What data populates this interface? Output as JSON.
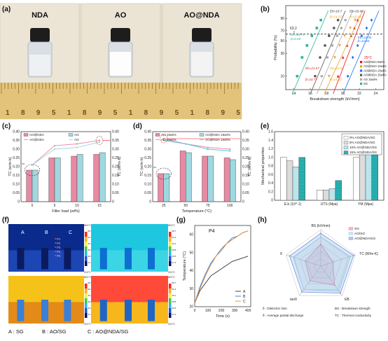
{
  "panel_labels": {
    "a": "(a)",
    "b": "(b)",
    "c": "(c)",
    "d": "(d)",
    "e": "(e)",
    "f": "(f)",
    "g": "(g)",
    "h": "(h)"
  },
  "photo_a": {
    "labels": [
      "NDA",
      "AO",
      "AO@NDA"
    ],
    "ruler_text": "1 8 9 5 1 8 9 5 1 8 9 5 1 8 9 5"
  },
  "panel_f": {
    "regions": [
      "A",
      "B",
      "C"
    ],
    "probe_labels": [
      "P1",
      "P2",
      "P3",
      "P4",
      "P5"
    ],
    "scale_top": "65.0°C",
    "scale_bottom": "22.0°C",
    "scale_ticks": [
      "58.7",
      "52.4",
      "46.1",
      "39.8",
      "33.5",
      "27.2"
    ],
    "caption": {
      "a": "A : SG",
      "b": "B : AO/SG",
      "c": "C : AO@NDA/SG"
    }
  },
  "colors": {
    "sg": "#e88aa3",
    "ao": "#9fd8e0",
    "nda": "#2bb3b5",
    "red": "#e8151c"
  },
  "chart_data": [
    {
      "panel": "b",
      "type": "scatter",
      "xlabel": "Breakdown strength (kV/mm)",
      "ylabel": "Probability (%)",
      "xticks": [
        "14",
        "16",
        "18",
        "20",
        "22",
        "24"
      ],
      "yticks": [
        "10",
        "30",
        "50",
        "70",
        "90"
      ],
      "xlim": [
        13,
        25
      ],
      "ylim": [
        5,
        99
      ],
      "threshold": {
        "value": 63.2,
        "label": "63.2"
      },
      "legend_title": "25°C",
      "series": [
        {
          "name": "AO@NDA 5wt%",
          "color": "#e8151c",
          "marker": "triangle-up",
          "x": [
            19.4,
            20.0,
            20.5,
            21.0,
            21.4,
            21.8
          ],
          "y": [
            10,
            25,
            42,
            60,
            75,
            88
          ]
        },
        {
          "name": "AO@NDA 10wt%",
          "color": "#f0a020",
          "marker": "triangle-down",
          "x": [
            18.3,
            19.0,
            19.6,
            20.2,
            20.9,
            21.5
          ],
          "y": [
            10,
            25,
            42,
            60,
            75,
            88
          ]
        },
        {
          "name": "AO@NDA 15wt%",
          "color": "#1a73e8",
          "marker": "diamond",
          "x": [
            20.6,
            21.2,
            21.8,
            22.3,
            22.9,
            23.5
          ],
          "y": [
            10,
            25,
            42,
            60,
            75,
            88
          ]
        },
        {
          "name": "AO@NDA 15wt%",
          "color": "#555555",
          "marker": "circle",
          "x": [
            16.6,
            17.2,
            17.8,
            18.3,
            18.9,
            19.4
          ],
          "y": [
            10,
            25,
            42,
            60,
            75,
            88
          ]
        },
        {
          "name": "AO 15wt%",
          "color": "#aaaaaa",
          "marker": "circle",
          "x": [
            17.4,
            18.1,
            18.7,
            19.3,
            19.8,
            20.3
          ],
          "y": [
            10,
            25,
            42,
            60,
            75,
            88
          ]
        },
        {
          "name": "SG",
          "color": "#2bb39a",
          "marker": "square",
          "x": [
            14.4,
            15.0,
            15.6,
            16.2,
            16.8,
            17.3
          ],
          "y": [
            10,
            25,
            42,
            60,
            75,
            88
          ]
        }
      ],
      "annotations": [
        {
          "text": "Eb=18.7",
          "color": "#333333",
          "x": 18.4,
          "y": 96
        },
        {
          "text": "Eb=20.49",
          "color": "#333333",
          "x": 20.8,
          "y": 96
        },
        {
          "text": "β=14.23",
          "color": "#f0a020",
          "x": 18.4,
          "y": 91
        },
        {
          "text": "β=15.04",
          "color": "#f0a020",
          "x": 20.8,
          "y": 91
        },
        {
          "text": "Eb=22.05",
          "color": "#1a73e8",
          "x": 21.8,
          "y": 55
        },
        {
          "text": "β=12.64",
          "color": "#1a73e8",
          "x": 21.8,
          "y": 48
        },
        {
          "text": "Eb=16.74",
          "color": "#2bb39a",
          "x": 13.6,
          "y": 60
        },
        {
          "text": "β=6.65",
          "color": "#2bb39a",
          "x": 13.6,
          "y": 52
        },
        {
          "text": "Eb=21.07",
          "color": "#e8151c",
          "x": 15.4,
          "y": 14
        },
        {
          "text": "β=10.77",
          "color": "#e8151c",
          "x": 15.4,
          "y": 8
        },
        {
          "text": "Eb=21.53",
          "color": "#f0a020",
          "x": 18.4,
          "y": 14
        },
        {
          "text": "β=14.42",
          "color": "#f0a020",
          "x": 18.4,
          "y": 8
        }
      ]
    },
    {
      "panel": "c",
      "type": "bar",
      "xlabel": "Filler load (wt%)",
      "ylabel": "TC (w/m·k)",
      "ylabel_right": "TC (W/m·k)",
      "categories": [
        "0",
        "5",
        "10",
        "15"
      ],
      "ylim": [
        0,
        0.4
      ],
      "yticks": [
        "0",
        "0.05",
        "0.10",
        "0.15",
        "0.20",
        "0.25",
        "0.30",
        "0.35",
        "0.40"
      ],
      "series": [
        {
          "name": "AO@NDA",
          "color": "#e88aa3",
          "values": [
            0.18,
            0.25,
            0.26,
            0.27
          ]
        },
        {
          "name": "AO",
          "color": "#9fd8e0",
          "values": [
            0.18,
            0.25,
            0.27,
            0.28
          ]
        }
      ],
      "lines": [
        {
          "name": "AO@NDA",
          "color": "#e88aa3",
          "values": [
            0.21,
            0.32,
            0.33,
            0.35
          ]
        },
        {
          "name": "AO",
          "color": "#9fd8e0",
          "values": [
            0.21,
            0.3,
            0.31,
            0.34
          ]
        }
      ]
    },
    {
      "panel": "d",
      "type": "bar",
      "xlabel": "Temperature (°C)",
      "ylabel": "TC (w/m·k)",
      "ylabel_right": "TC (W/m·k)",
      "categories": [
        "25",
        "50",
        "75",
        "100"
      ],
      "ylim": [
        0,
        0.4
      ],
      "yticks": [
        "0",
        "0.05",
        "0.10",
        "0.15",
        "0.20",
        "0.25",
        "0.30",
        "0.35",
        "0.40"
      ],
      "series": [
        {
          "name": "AO 15wt%",
          "color": "#e88aa3",
          "values": [
            0.16,
            0.29,
            0.26,
            0.25
          ]
        },
        {
          "name": "AO@NDA 15wt%",
          "color": "#9fd8e0",
          "values": [
            0.16,
            0.28,
            0.26,
            0.24
          ]
        }
      ],
      "lines": [
        {
          "name": "AO 15wt%",
          "color": "#e88aa3",
          "values": [
            0.36,
            0.33,
            0.31,
            0.3
          ]
        },
        {
          "name": "AO@NDA 15wt%",
          "color": "#4fc7dd",
          "values": [
            0.35,
            0.33,
            0.3,
            0.29
          ]
        }
      ]
    },
    {
      "panel": "e",
      "type": "bar",
      "ylabel": "Mechanical properties",
      "categories": [
        "E.b (10^-1)",
        "UTS (Mpa)",
        "YM (Mpa)"
      ],
      "ylim": [
        0,
        1.6
      ],
      "yticks": [
        "0",
        "0.2",
        "0.4",
        "0.6",
        "0.8",
        "1.0",
        "1.2",
        "1.4",
        "1.6"
      ],
      "series": [
        {
          "name": "0%  AO@NDA/SG",
          "color": "#ffffff",
          "values": [
            1.0,
            0.24,
            1.0
          ]
        },
        {
          "name": "5%  AO@NDA/SG",
          "color": "#dcdcdc",
          "values": [
            0.92,
            0.24,
            1.18
          ]
        },
        {
          "name": "10% AO@NDA/SG",
          "color": "#b8e6ec",
          "values": [
            0.78,
            0.27,
            1.24
          ]
        },
        {
          "name": "15% AO@NDA/SG",
          "color": "#2bb3b5",
          "values": [
            1.0,
            0.46,
            1.06
          ]
        }
      ]
    },
    {
      "panel": "g",
      "type": "line",
      "title": "P4",
      "xlabel": "Time (s)",
      "ylabel": "Temperature (°C)",
      "xlim": [
        0,
        420
      ],
      "ylim": [
        20,
        65
      ],
      "xticks": [
        "0",
        "100",
        "200",
        "300",
        "400"
      ],
      "yticks": [
        "20",
        "30",
        "40",
        "50",
        "60"
      ],
      "series": [
        {
          "name": "A",
          "color": "#333333",
          "x": [
            0,
            40,
            80,
            120,
            160,
            200,
            240,
            280,
            320,
            360,
            400
          ],
          "y": [
            22,
            29,
            33,
            37,
            39,
            41,
            43,
            45,
            46,
            47,
            48
          ]
        },
        {
          "name": "B",
          "color": "#1a73e8",
          "x": [
            0,
            40,
            80,
            120,
            160,
            200,
            240,
            280,
            320,
            360,
            400
          ],
          "y": [
            22,
            31,
            38,
            44,
            48,
            52,
            55,
            58,
            59,
            61,
            62
          ]
        },
        {
          "name": "C",
          "color": "#f08a20",
          "x": [
            0,
            40,
            80,
            120,
            160,
            200,
            240,
            280,
            320,
            360,
            400
          ],
          "y": [
            22,
            30,
            37,
            43,
            48,
            51,
            55,
            57,
            59,
            61,
            62
          ]
        }
      ]
    },
    {
      "panel": "h",
      "type": "radar",
      "axes": [
        "BS (kV/mm)",
        "TC (W/m·K)",
        "EB",
        "tanδ",
        "δ"
      ],
      "series": [
        {
          "name": "SG",
          "color": "#e88aa3",
          "values": [
            0.6,
            0.35,
            0.65,
            0.5,
            0.45
          ]
        },
        {
          "name": "AO/SG",
          "color": "#9fd8e0",
          "values": [
            0.8,
            0.85,
            0.85,
            0.8,
            0.78
          ]
        },
        {
          "name": "AO@NDA/SG",
          "color": "#7a9ee0",
          "values": [
            0.9,
            0.95,
            0.92,
            0.88,
            0.9
          ]
        }
      ],
      "footnotes": [
        "δ : Dielectric loss",
        "δ : Average partial discharge",
        "BS : Breakdown strength",
        "TC : Thermal conductivity"
      ]
    }
  ]
}
